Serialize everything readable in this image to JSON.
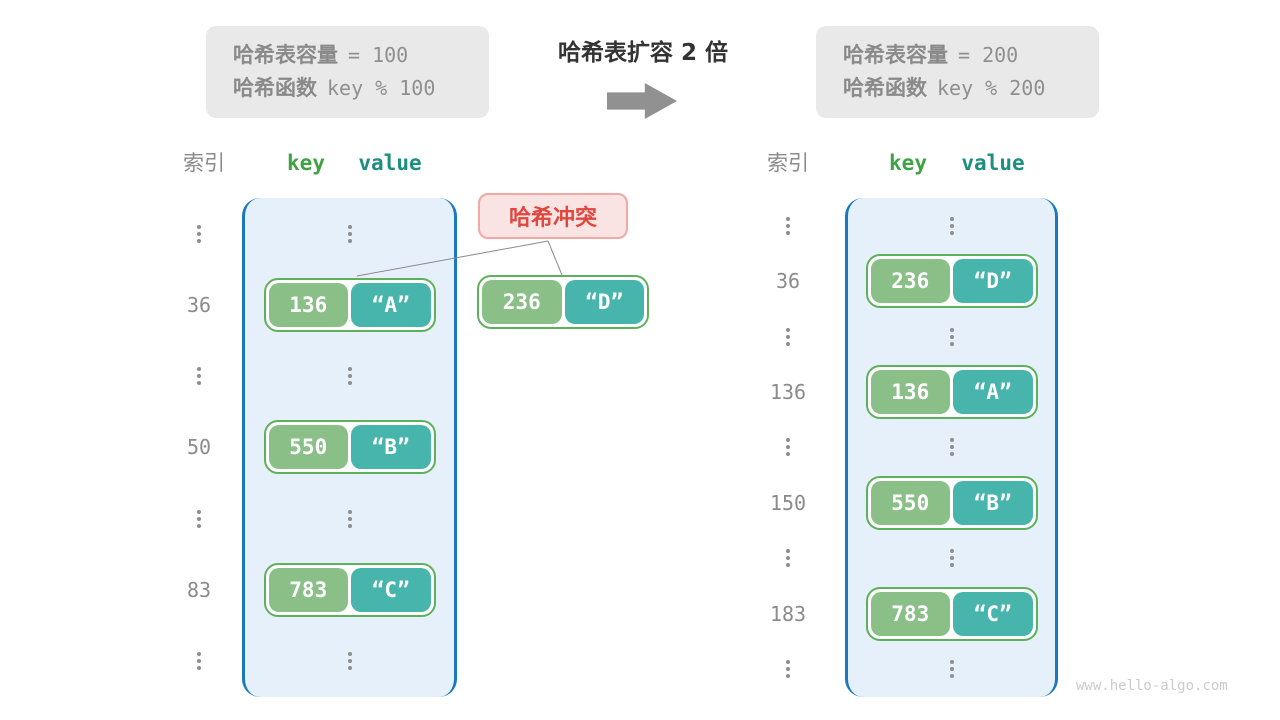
{
  "title": "哈希表扩容 2 倍",
  "watermark": "www.hello-algo.com",
  "colors": {
    "bucket_fill": "#e6f0fa",
    "bucket_border": "#1a78c2",
    "key_pill": "#8abf88",
    "value_pill": "#47b5ac",
    "pair_border": "#5eb15c",
    "collision_fill": "#fae3e3",
    "collision_border": "#f2a8a5",
    "collision_text": "#e0473f",
    "info_box_fill": "#e9e9e9",
    "gray_text": "#8b8b8b"
  },
  "before": {
    "info": {
      "capacity_label": "哈希表容量",
      "capacity_value": "= 100",
      "hash_label": "哈希函数",
      "hash_value": "key % 100"
    },
    "headers": {
      "index": "索引",
      "key": "key",
      "value": "value"
    },
    "rows": [
      {
        "type": "dots"
      },
      {
        "type": "pair",
        "index": "36",
        "key": "136",
        "value": "“A”"
      },
      {
        "type": "dots"
      },
      {
        "type": "pair",
        "index": "50",
        "key": "550",
        "value": "“B”"
      },
      {
        "type": "dots"
      },
      {
        "type": "pair",
        "index": "83",
        "key": "783",
        "value": "“C”"
      },
      {
        "type": "dots"
      }
    ]
  },
  "after": {
    "info": {
      "capacity_label": "哈希表容量",
      "capacity_value": "= 200",
      "hash_label": "哈希函数",
      "hash_value": "key % 200"
    },
    "headers": {
      "index": "索引",
      "key": "key",
      "value": "value"
    },
    "rows": [
      {
        "type": "dots"
      },
      {
        "type": "pair",
        "index": "36",
        "key": "236",
        "value": "“D”"
      },
      {
        "type": "dots"
      },
      {
        "type": "pair",
        "index": "136",
        "key": "136",
        "value": "“A”"
      },
      {
        "type": "dots"
      },
      {
        "type": "pair",
        "index": "150",
        "key": "550",
        "value": "“B”"
      },
      {
        "type": "dots"
      },
      {
        "type": "pair",
        "index": "183",
        "key": "783",
        "value": "“C”"
      },
      {
        "type": "dots"
      }
    ]
  },
  "collision": {
    "label": "哈希冲突",
    "pair": {
      "key": "236",
      "value": "“D”"
    }
  }
}
